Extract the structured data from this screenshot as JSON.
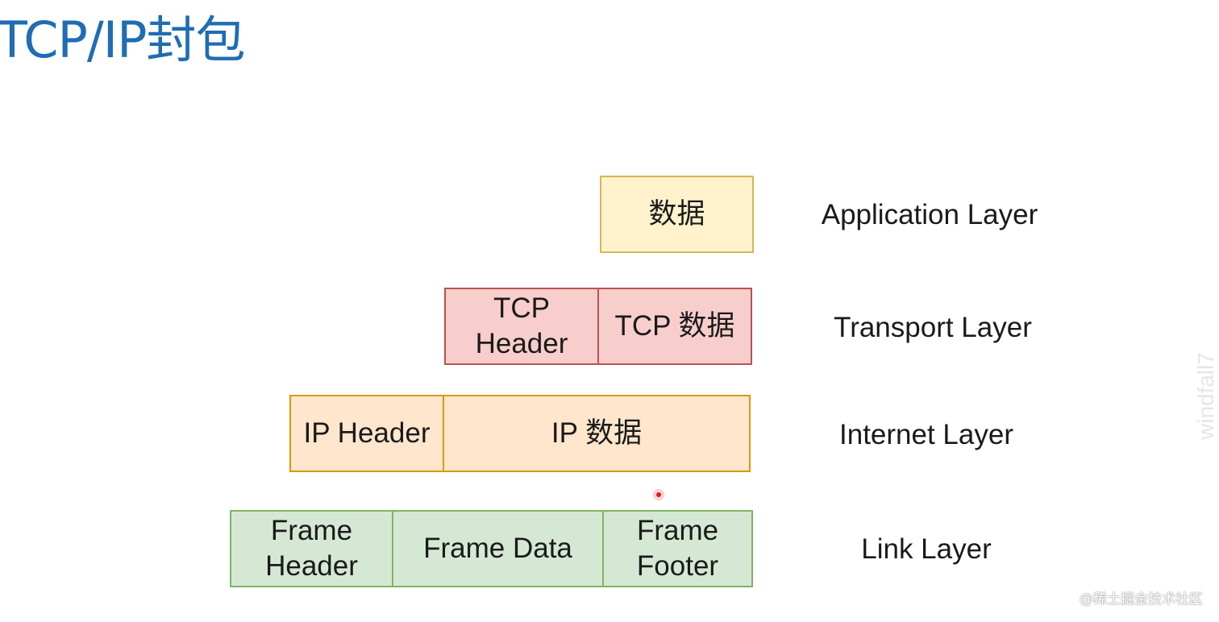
{
  "title": "TCP/IP封包",
  "layers": {
    "application": {
      "label": "Application Layer",
      "blocks": {
        "data": "数据"
      }
    },
    "transport": {
      "label": "Transport Layer",
      "blocks": {
        "header": "TCP\nHeader",
        "data": "TCP 数据"
      }
    },
    "internet": {
      "label": "Internet Layer",
      "blocks": {
        "header": "IP Header",
        "data": "IP 数据"
      }
    },
    "link": {
      "label": "Link Layer",
      "blocks": {
        "header": "Frame\nHeader",
        "data": "Frame Data",
        "footer": "Frame\nFooter"
      }
    }
  },
  "colors": {
    "title": "#1f6db3",
    "application_fill": "#fff2cc",
    "application_border": "#d6b656",
    "transport_fill": "#f8cecc",
    "transport_border": "#b85450",
    "internet_fill": "#ffe6cc",
    "internet_border": "#d79b00",
    "link_fill": "#d5e8d4",
    "link_border": "#82b366"
  },
  "watermarks": {
    "side": "windfall7",
    "bottom": "@稀土掘金技术社区"
  }
}
